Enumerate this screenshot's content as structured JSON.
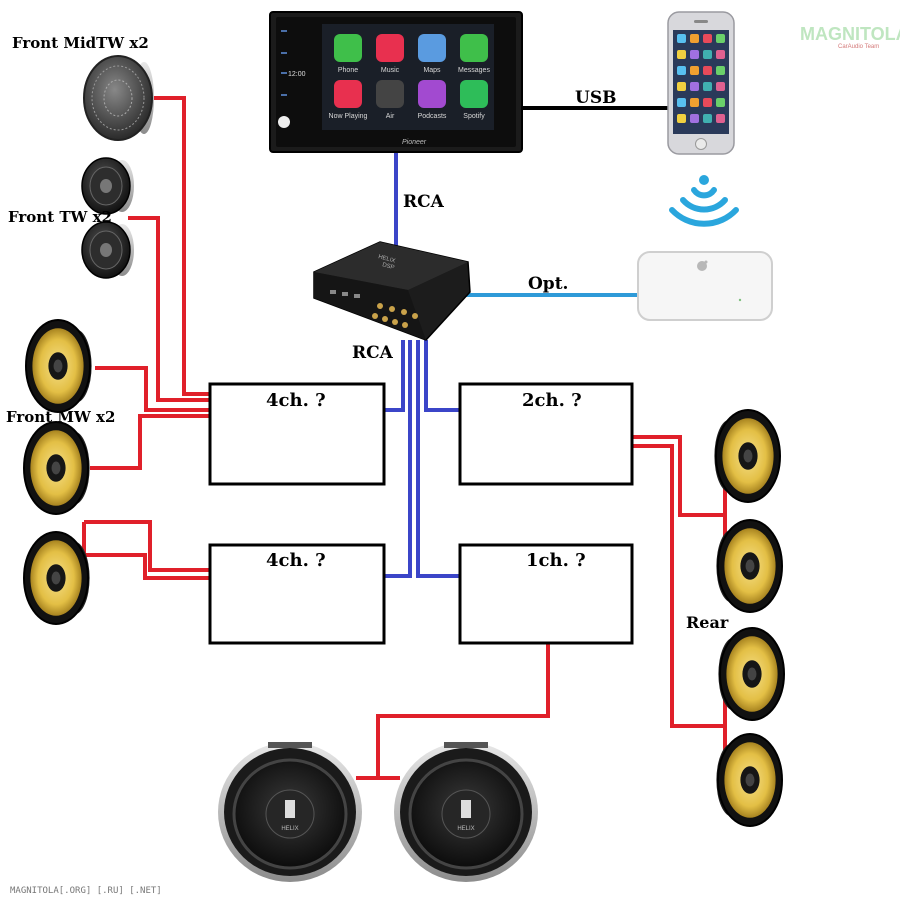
{
  "labels": {
    "front_midtw": "Front MidTW x2",
    "front_tw": "Front TW x2",
    "front_mw": "Front MW x2",
    "rear": "Rear",
    "usb": "USB",
    "rca_top": "RCA",
    "rca_dsp": "RCA",
    "opt": "Opt."
  },
  "amps": {
    "a1": "4ch. ?",
    "a2": "2ch. ?",
    "a3": "4ch. ?",
    "a4": "1ch. ?"
  },
  "head_unit": {
    "time": "12:00",
    "brand": "Pioneer",
    "apps": [
      "Phone",
      "Music",
      "Maps",
      "Messages",
      "Now Playing",
      "Air",
      "Podcasts",
      "Spotify"
    ]
  },
  "dsp": {
    "brand": "HELIX",
    "model": "DSP"
  },
  "subwoofer_brand": "HELIX",
  "logo": {
    "name": "MAGNITOLA",
    "sub": "CarAudio Team"
  },
  "footer": "MAGNITOLA[.ORG] [.RU] [.NET]",
  "colors": {
    "speaker_wire": "#e0202a",
    "rca_wire": "#3b45c8",
    "optical_wire": "#2e9ad8",
    "usb_wire": "#000000",
    "wifi": "#2aa6dd",
    "cone_yellow": "#e8c64e"
  }
}
